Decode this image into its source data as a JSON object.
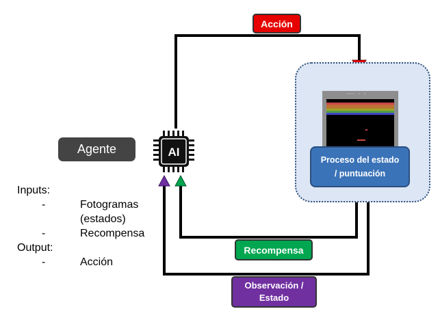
{
  "colors": {
    "red": "#e60000",
    "green": "#00a650",
    "purple": "#7030a0",
    "line": "#000000"
  },
  "labels": {
    "accion": "Acción",
    "recompensa": "Recompensa",
    "observacion": "Observación /\nEstado"
  },
  "agent": {
    "label": "Agente",
    "chip_text": "AI"
  },
  "environment": {
    "process_text": "Proceso del estado\n/ puntuación",
    "icons": [
      "dotted-environment-container",
      "breakout-game-screen"
    ]
  },
  "notes": {
    "inputs_heading": "Inputs:",
    "inputs": [
      {
        "bullet": "-",
        "text": "Fotogramas\n(estados)"
      },
      {
        "bullet": "-",
        "text": "Recompensa"
      }
    ],
    "output_heading": "Output:",
    "outputs": [
      {
        "bullet": "-",
        "text": "Acción"
      }
    ]
  }
}
